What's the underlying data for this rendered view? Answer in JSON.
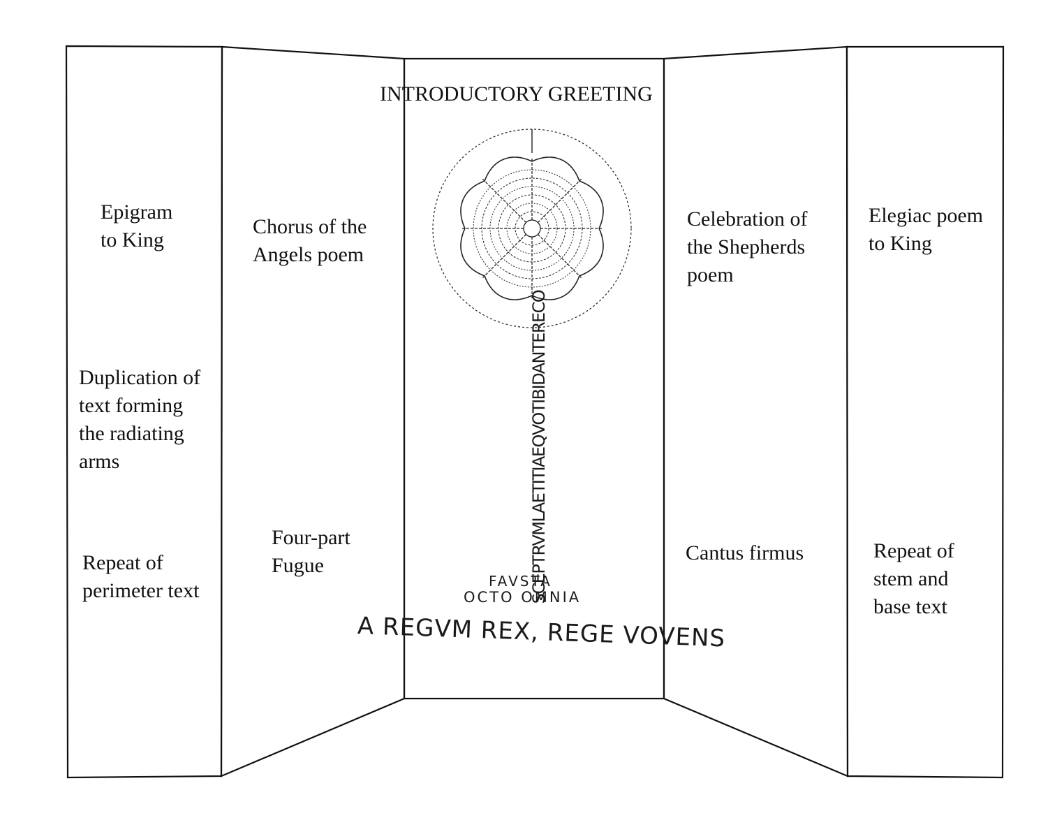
{
  "colors": {
    "ink": "#111111",
    "paper": "#ffffff"
  },
  "title": "INTRODUCTORY GREETING",
  "panels": {
    "far_left": {
      "top": [
        "Epigram",
        "to King"
      ],
      "middle": [
        "Duplication of",
        "text forming",
        "the radiating",
        "arms"
      ],
      "bottom": [
        "Repeat of",
        "perimeter text"
      ]
    },
    "left": {
      "top": [
        "Chorus of the",
        "Angels poem"
      ],
      "bottom": [
        "Four-part",
        "Fugue"
      ]
    },
    "right": {
      "top": [
        "Celebration of",
        "the Shepherds",
        "poem"
      ],
      "bottom": [
        "Cantus firmus"
      ]
    },
    "far_right": {
      "top": [
        "Elegiac poem",
        "to King"
      ],
      "bottom": [
        "Repeat of",
        "stem and",
        "base text"
      ]
    }
  },
  "carmen": {
    "stem": "SCEPTRVMLAETITIAEQVOTIBIDANTERECO",
    "base_line1": "FAVSTA",
    "base_line2": "OCTO OMNIA",
    "base_line3": "A REGVM REX, REGE VOVENS"
  }
}
